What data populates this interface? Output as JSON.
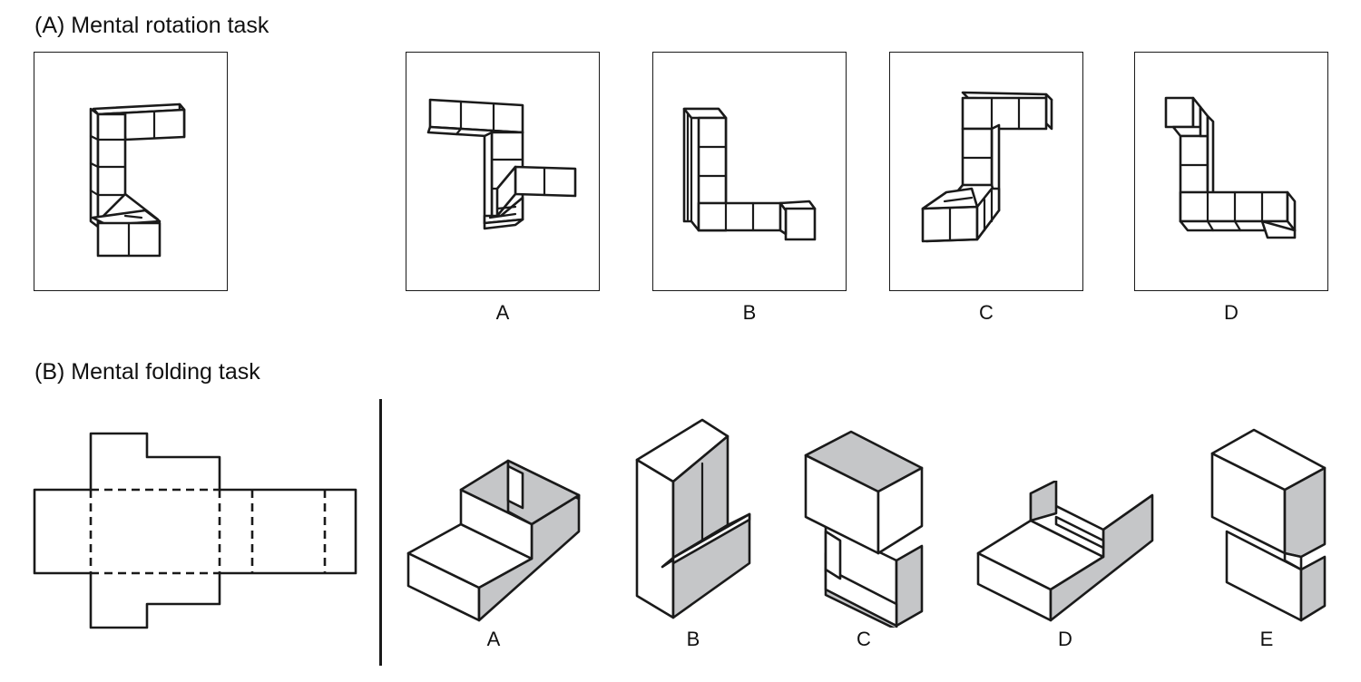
{
  "panel_a": {
    "title": "(A) Mental rotation task",
    "options": [
      "A",
      "B",
      "C",
      "D"
    ]
  },
  "panel_b": {
    "title": "(B) Mental folding task",
    "options": [
      "A",
      "B",
      "C",
      "D",
      "E"
    ]
  },
  "colors": {
    "line": "#1a1a1a",
    "shade": "#c5c6c8",
    "background": "#ffffff"
  }
}
